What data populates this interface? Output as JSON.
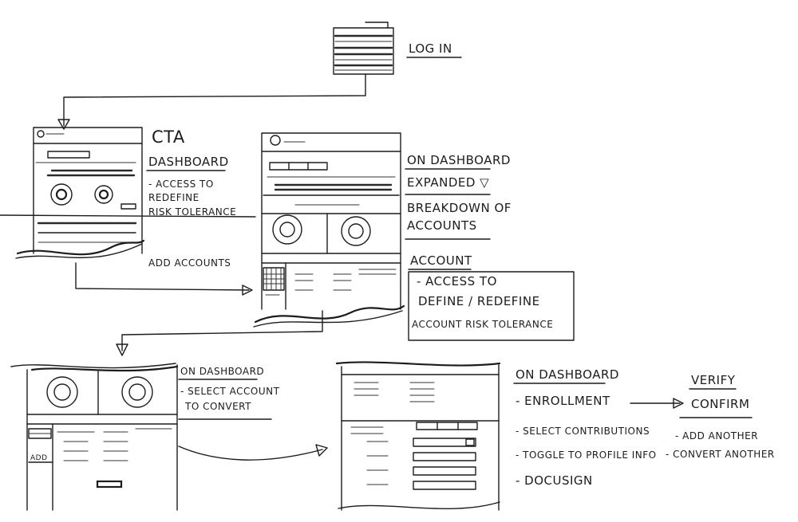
{
  "flow": {
    "login": {
      "label": "LOG IN"
    },
    "cta_dashboard": {
      "title": "CTA",
      "heading": "DASHBOARD",
      "notes": [
        "- ACCESS TO",
        "REDEFINE",
        "RISK TOLERANCE"
      ],
      "footer": "ADD ACCOUNTS"
    },
    "expanded_dashboard": {
      "heading": "ON DASHBOARD",
      "subheading": "EXPANDED ▽",
      "notes": [
        "BREAKDOWN OF",
        "ACCOUNTS"
      ],
      "account_heading": "ACCOUNT",
      "account_notes": [
        "- ACCESS TO",
        "DEFINE / REDEFINE",
        "ACCOUNT RISK TOLERANCE"
      ]
    },
    "select_account": {
      "heading": "ON DASHBOARD",
      "notes": [
        "- SELECT ACCOUNT",
        "TO CONVERT"
      ],
      "add_label": "ADD"
    },
    "enrollment": {
      "heading": "ON DASHBOARD",
      "steps": [
        "- ENROLLMENT",
        "- SELECT CONTRIBUTIONS",
        "- TOGGLE TO PROFILE INFO",
        "- DOCUSIGN"
      ]
    },
    "verify": {
      "heading": "VERIFY",
      "subheading": "CONFIRM",
      "notes": [
        "- ADD ANOTHER",
        "- CONVERT ANOTHER"
      ]
    }
  },
  "colors": {
    "ink": "#1c1c1c",
    "paper": "#ffffff"
  }
}
